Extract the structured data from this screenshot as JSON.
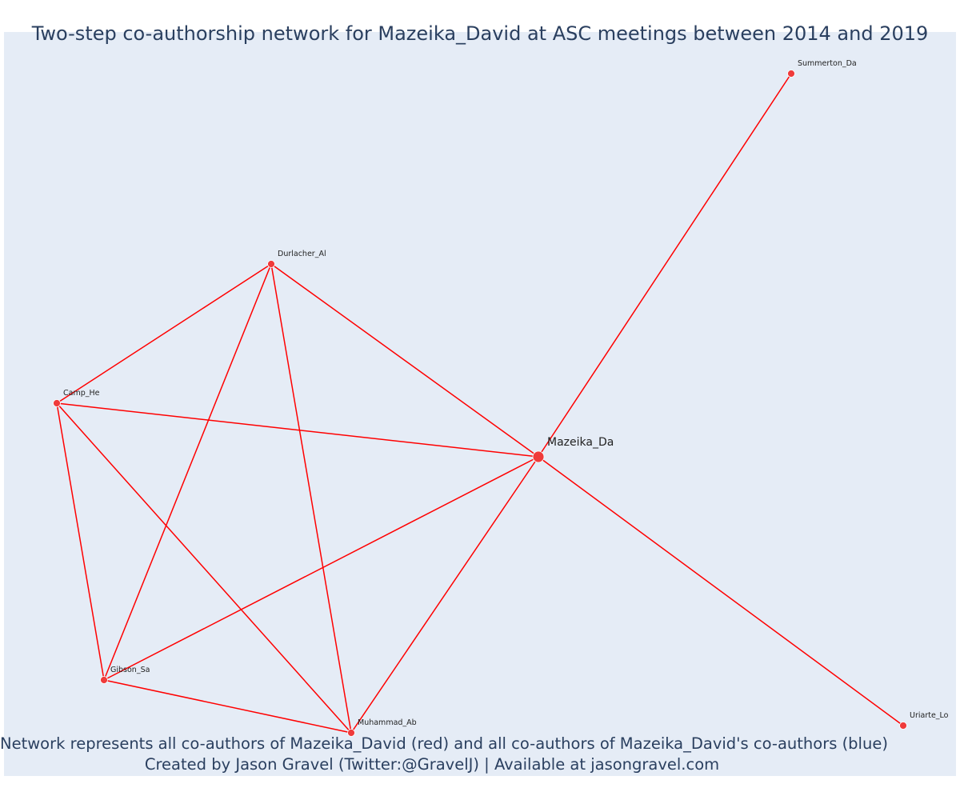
{
  "title": "Two-step co-authorship network for Mazeika_David at ASC meetings between 2014 and 2019",
  "caption": {
    "line1": "Network represents all co-authors of Mazeika_David (red) and all co-authors of Mazeika_David's co-authors (blue)",
    "line2": "Created by Jason Gravel (Twitter:@GravelJ) | Available at jasongravel.com"
  },
  "colors": {
    "edge": "#ff0000",
    "node": "#ef3b3b",
    "plot_background": "#e5ecf6",
    "title": "#2a3f5f"
  },
  "chart_data": {
    "type": "network",
    "nodes": [
      {
        "id": "Mazeika_Da",
        "label": "Mazeika_Da",
        "focal": true
      },
      {
        "id": "Summerton_Da",
        "label": "Summerton_Da",
        "focal": false
      },
      {
        "id": "Durlacher_Al",
        "label": "Durlacher_Al",
        "focal": false
      },
      {
        "id": "Camp_He",
        "label": "Camp_He",
        "focal": false
      },
      {
        "id": "Gibson_Sa",
        "label": "Gibson_Sa",
        "focal": false
      },
      {
        "id": "Muhammad_Ab",
        "label": "Muhammad_Ab",
        "focal": false
      },
      {
        "id": "Uriarte_Lo",
        "label": "Uriarte_Lo",
        "focal": false
      }
    ],
    "edges": [
      [
        "Mazeika_Da",
        "Summerton_Da"
      ],
      [
        "Mazeika_Da",
        "Durlacher_Al"
      ],
      [
        "Mazeika_Da",
        "Camp_He"
      ],
      [
        "Mazeika_Da",
        "Gibson_Sa"
      ],
      [
        "Mazeika_Da",
        "Muhammad_Ab"
      ],
      [
        "Mazeika_Da",
        "Uriarte_Lo"
      ],
      [
        "Durlacher_Al",
        "Camp_He"
      ],
      [
        "Durlacher_Al",
        "Gibson_Sa"
      ],
      [
        "Durlacher_Al",
        "Muhammad_Ab"
      ],
      [
        "Camp_He",
        "Gibson_Sa"
      ],
      [
        "Camp_He",
        "Muhammad_Ab"
      ],
      [
        "Gibson_Sa",
        "Muhammad_Ab"
      ]
    ]
  }
}
